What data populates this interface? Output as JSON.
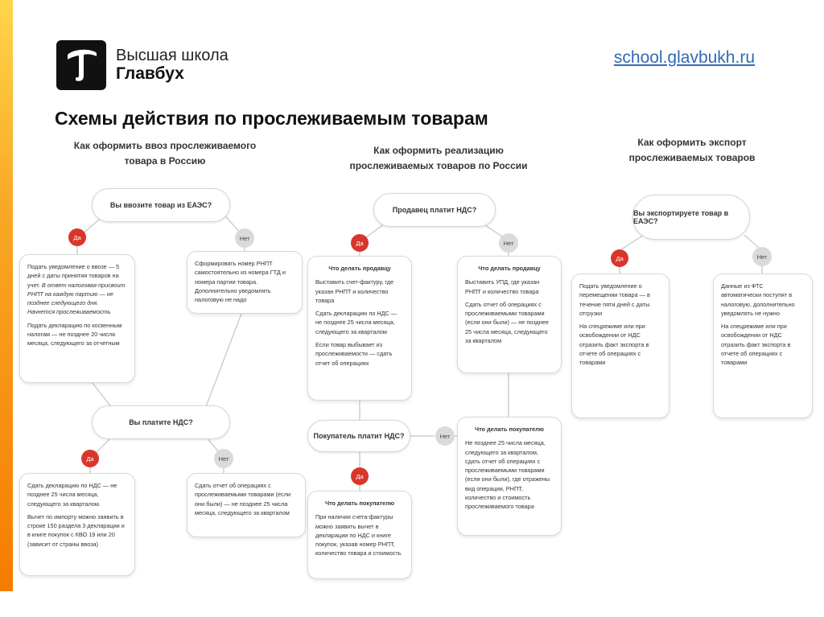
{
  "header": {
    "logo_line1": "Высшая школа",
    "logo_line2": "Главбух",
    "site": "school.glavbukh.ru",
    "title": "Схемы действия по прослеживаемым товарам"
  },
  "columns": {
    "import": {
      "title": "Как оформить ввоз прослеживаемого товара в Россию",
      "q1": "Вы ввозите товар из ЕАЭС?",
      "yes": "Да",
      "no": "Нет",
      "card_yes": {
        "p1": "Подать уведомление о ввозе — 5 дней с даты принятия товаров на учет.",
        "p1_italic": "В ответ налоговая присвоит РНПТ на каждую партию — не позднее следующего дня. Начнется прослеживаемость",
        "p2": "Подать декларацию по косвенным налогам — не позднее 20 числа месяца, следующего за отчетным"
      },
      "card_no": "Сформировать номер РНПТ самостоятельно из номера ГТД и номера партии товара. Дополнительно уведомлять налоговую не надо",
      "q2": "Вы платите НДС?",
      "card_vat_yes": {
        "p1": "Сдать декларацию по НДС — не позднее 25 числа месяца, следующего за кварталом.",
        "p2": "Вычет по импорту можно заявить в строке 150 раздела 3 декларации и в книге покупок с КВО 19 или 20 (зависит от страны ввоза)"
      },
      "card_vat_no": "Сдать отчет об операциях с прослеживаемыми товарами (если они были) — не позднее 25 числа месяца, следующего за кварталом"
    },
    "sale": {
      "title": "Как оформить реализацию прослеживаемых товаров по России",
      "q1": "Продавец платит НДС?",
      "yes": "Да",
      "no": "Нет",
      "card_yes": {
        "title": "Что делать продавцу",
        "p1": "Выставить счет-фактуру, где указан РНПТ и количество товара",
        "p2": "Сдать декларацию по НДС — не позднее 25 числа месяца, следующего за кварталом",
        "p3": "Если товар выбывает из прослеживаемости — сдать отчет об операциях"
      },
      "card_no": {
        "title": "Что делать продавцу",
        "p1": "Выставить УПД, где указан РНПТ и количество товара",
        "p2": "Сдать отчет об операциях с прослеживаемыми товарами (если они были) — не позднее 25 числа месяца, следующего за кварталом"
      },
      "q2": "Покупатель платит НДС?",
      "buyer_yes": {
        "title": "Что делать покупателю",
        "p1": "При наличии счета-фактуры можно заявить вычет в декларации по НДС и книге покупок, указав номер РНПТ, количество товара и стоимость"
      },
      "buyer_no": {
        "title": "Что делать покупателю",
        "p1": "Не позднее 25 числа месяца, следующего за кварталом, сдать отчет об операциях с прослеживаемыми товарами (если они были), где отражены вид операции, РНПТ, количество и стоимость прослеживаемого товара"
      }
    },
    "export": {
      "title": "Как оформить экспорт прослеживаемых товаров",
      "q1": "Вы экспортируете товар в ЕАЭС?",
      "yes": "Да",
      "no": "Нет",
      "card_yes": {
        "p1": "Подать уведомление о перемещении товара — в течение пяти дней с даты отгрузки",
        "p2": "На спецрежиме или при освобождении от НДС отразить факт экспорта в отчете об операциях с товарами"
      },
      "card_no": {
        "p1": "Данные из ФТС автоматически поступят в налоговую, дополнительно уведомлять не нужно",
        "p2": "На спецрежиме или при освобождении от НДС отразить факт экспорта в отчете об операциях с товарами"
      }
    }
  },
  "colors": {
    "accent": "#f9a825",
    "yes": "#d9362b",
    "no": "#dadada",
    "link": "#2f6ab4"
  }
}
